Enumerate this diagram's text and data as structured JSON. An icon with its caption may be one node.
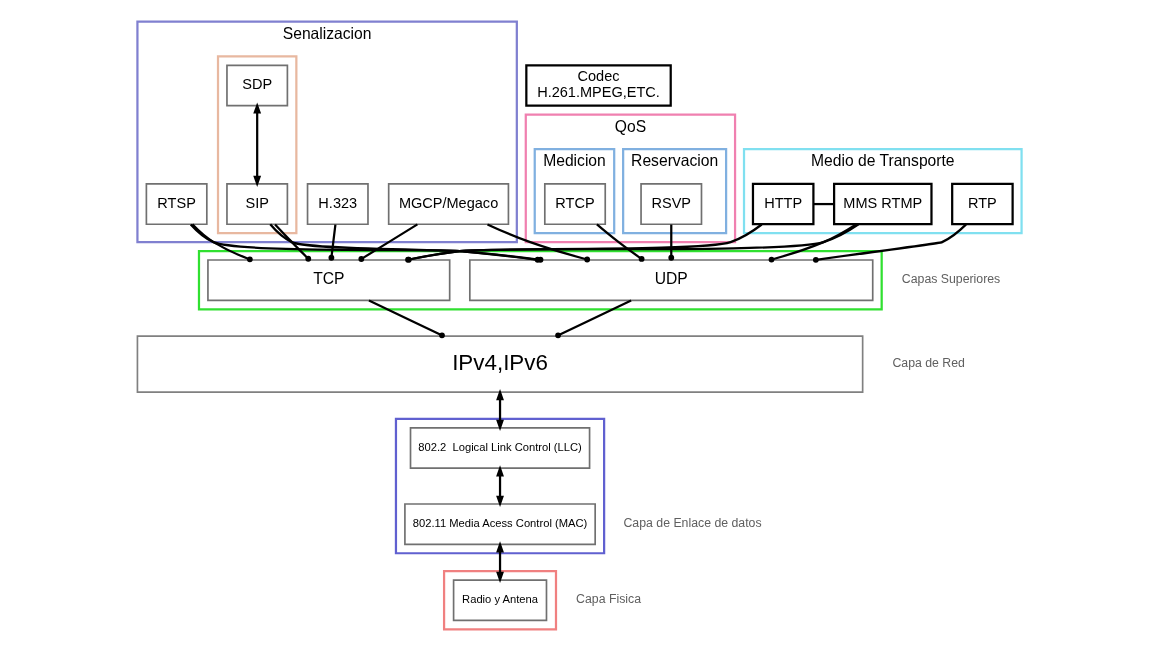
{
  "diagram": {
    "nodes": [
      {
        "text": [
          "Codec",
          "H.261.MPEG,ETC."
        ]
      },
      {
        "text": [
          "Senalizacion"
        ]
      },
      {
        "text": [
          "H.323"
        ],
        "in": 1
      },
      {
        "text": [],
        "shape": "box",
        "in": 1
      },
      {
        "text": [
          "SDP"
        ],
        "in": 3
      },
      {
        "text": [
          "SIP"
        ],
        "in": 3
      },
      {
        "text": [
          "MGCP/Megaco"
        ],
        "in": 1
      },
      {
        "text": [
          "RTSP"
        ],
        "in": 1
      },
      {
        "text": [
          "QoS"
        ]
      },
      {
        "text": [
          "Reservacion"
        ],
        "in": 8
      },
      {
        "text": [
          "RSVP"
        ],
        "in": 9
      },
      {
        "text": [
          "Medicion"
        ],
        "in": 8
      },
      {
        "text": [
          "RTCP"
        ],
        "in": 11
      },
      {
        "text": [
          "Medio de Transporte"
        ]
      },
      {
        "text": [
          "HTTP"
        ],
        "in": 13
      },
      {
        "text": [
          "MMS RTMP"
        ],
        "in": 13
      },
      {
        "text": [
          "RTP"
        ],
        "in": 13
      },
      {
        "text": [],
        "shape": "box",
        "beside": [
          "Capas Superiores"
        ]
      },
      {
        "text": [
          "TCP"
        ],
        "in": 17
      },
      {
        "text": [
          "UDP"
        ],
        "in": 17
      },
      {
        "text": [
          "IPv4,IPv6"
        ],
        "beside": [
          "Capa de Red"
        ]
      },
      {
        "text": [],
        "shape": "box",
        "beside": [
          "Capa de Enlace de datos"
        ]
      },
      {
        "text": [
          "802.2  Logical Link Control (LLC)"
        ],
        "in": 21
      },
      {
        "text": [
          "802.11 Media Acess Control (MAC)"
        ],
        "in": 21
      },
      {
        "text": [],
        "shape": "box",
        "beside": [
          "Capa Fisica"
        ]
      },
      {
        "text": [
          "Radio y Antena"
        ],
        "in": 24
      }
    ],
    "edges": [
      {
        "from": 4,
        "to": 5,
        "arrow": "both"
      },
      {
        "from": 14,
        "to": 15,
        "arrow": "none"
      },
      {
        "from": 2,
        "to": 18,
        "arrow": "other"
      },
      {
        "from": 5,
        "to": 18,
        "arrow": "other"
      },
      {
        "from": 5,
        "to": 19,
        "arrow": "other"
      },
      {
        "from": 6,
        "to": 18,
        "arrow": "other"
      },
      {
        "from": 6,
        "to": 19,
        "arrow": "other"
      },
      {
        "from": 7,
        "to": 18,
        "arrow": "other"
      },
      {
        "from": 7,
        "to": 19,
        "arrow": "other"
      },
      {
        "from": 10,
        "to": 19,
        "arrow": "other"
      },
      {
        "from": 12,
        "to": 19,
        "arrow": "other"
      },
      {
        "from": 14,
        "to": 18,
        "arrow": "other"
      },
      {
        "from": 15,
        "to": 18,
        "arrow": "other"
      },
      {
        "from": 15,
        "to": 19,
        "arrow": "other"
      },
      {
        "from": 16,
        "to": 19,
        "arrow": "other"
      },
      {
        "from": 18,
        "to": 20,
        "arrow": "other"
      },
      {
        "from": 19,
        "to": 20,
        "arrow": "other"
      },
      {
        "from": 20,
        "to": 22,
        "arrow": "both"
      },
      {
        "from": 22,
        "to": 23,
        "arrow": "both"
      },
      {
        "from": 23,
        "to": 25,
        "arrow": "both"
      }
    ]
  }
}
